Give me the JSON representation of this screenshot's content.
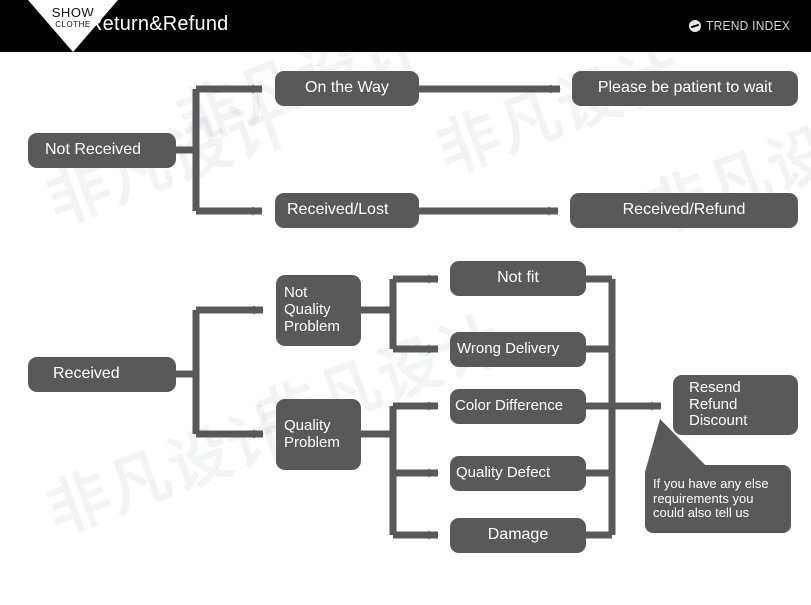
{
  "header": {
    "logo": {
      "line1": "SHOW",
      "line2": "CLOTHE",
      "icon": "triangle-logo"
    },
    "title": "Return&Refund",
    "brand": {
      "icon": "trend-index-icon",
      "text": "TREND INDEX"
    },
    "background_color": "#000000",
    "text_color": "#ffffff"
  },
  "theme": {
    "node_fill": "#595959",
    "node_text": "#ffffff",
    "connector": "#595959",
    "page_background": "#ffffff"
  },
  "flow_not_received": {
    "root": "Not Received",
    "branches": [
      {
        "label": "On the Way",
        "outcome": "Please be patient to wait"
      },
      {
        "label": "Received/Lost",
        "outcome": "Received/Refund"
      }
    ]
  },
  "flow_received": {
    "root": "Received",
    "categories": [
      {
        "label": "Not Quality Problem",
        "reasons": [
          "Not fit",
          "Wrong Delivery"
        ]
      },
      {
        "label": "Quality Problem",
        "reasons": [
          "Color Difference",
          "Quality Defect",
          "Damage"
        ]
      }
    ],
    "resolution": "Resend Refund Discount",
    "note": "If you have any else requirements you could also tell us"
  },
  "nodes": {
    "not_received": "Not Received",
    "on_the_way": "On the Way",
    "please_wait": "Please be patient to wait",
    "received_lost": "Received/Lost",
    "received_refund": "Received/Refund",
    "received": "Received",
    "not_quality_problem": "Not\nQuality\nProblem",
    "quality_problem": "Quality\nProblem",
    "not_fit": "Not fit",
    "wrong_delivery": "Wrong Delivery",
    "color_difference": "Color Difference",
    "quality_defect": "Quality Defect",
    "damage": "Damage",
    "resend_refund_discount": "Resend\nRefund\nDiscount",
    "tooltip": "If you have any else requirements you could also tell us"
  },
  "watermarks": [
    "非凡设计",
    "非凡设计",
    "非凡设计",
    "非凡设计",
    "非凡设计",
    "非凡设计"
  ]
}
